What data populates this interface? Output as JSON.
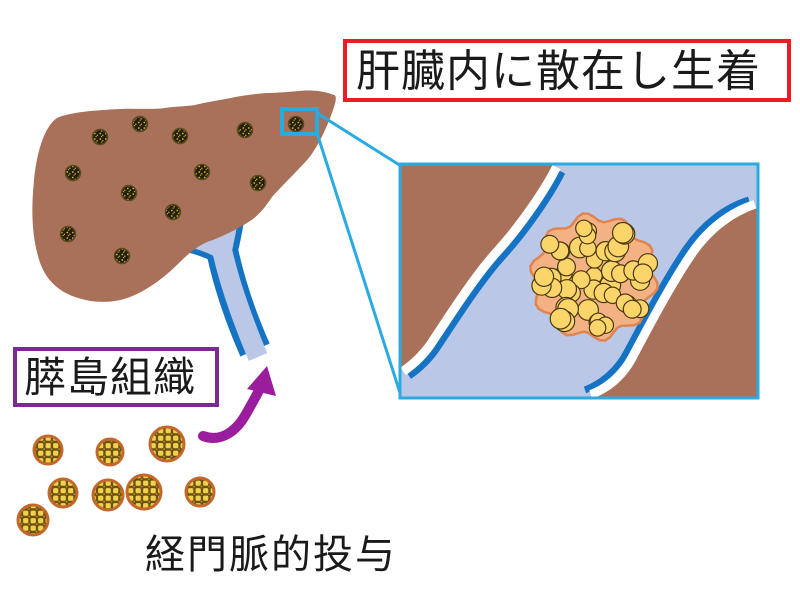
{
  "labels": {
    "engraftment": "肝臓内に散在し生着",
    "islet_tissue": "膵島組織",
    "administration": "経門脈的投与"
  },
  "counts": {
    "engrafted_islets_in_liver": 12,
    "injected_islet_clusters": 8
  },
  "icons": {
    "liver": "liver-silhouette",
    "portal_vein": "portal-vein-icon",
    "zoom_callout": "magnifier-callout-box",
    "arrow": "curved-up-arrow-icon"
  },
  "colors": {
    "background": "#ffffff",
    "liver": "#a9715a",
    "vessel_border": "#1573c4",
    "vessel_fill": "#bac7e6",
    "callout_cyan": "#29abe2",
    "islet_yellow": "#fbd46a",
    "islet_rim": "#c2682c",
    "graft_salmon": "#f4b183",
    "graft_salmon_border": "#e0854f",
    "arrow_purple": "#9a1d9e",
    "label_red_border": "#ec1c24",
    "label_purple_border": "#7a2b8f",
    "text": "#1a1a1a"
  }
}
